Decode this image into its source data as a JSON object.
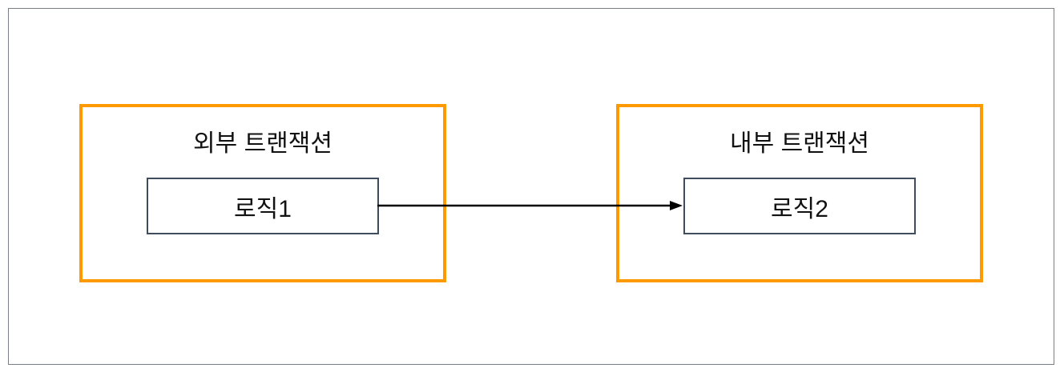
{
  "outer_transaction": {
    "title": "외부 트랜잭션",
    "logic": "로직1"
  },
  "inner_transaction": {
    "title": "내부 트랜잭션",
    "logic": "로직2"
  },
  "colors": {
    "transaction_border": "#FF9900",
    "logic_border": "#3F4C5E",
    "arrow": "#000000"
  }
}
